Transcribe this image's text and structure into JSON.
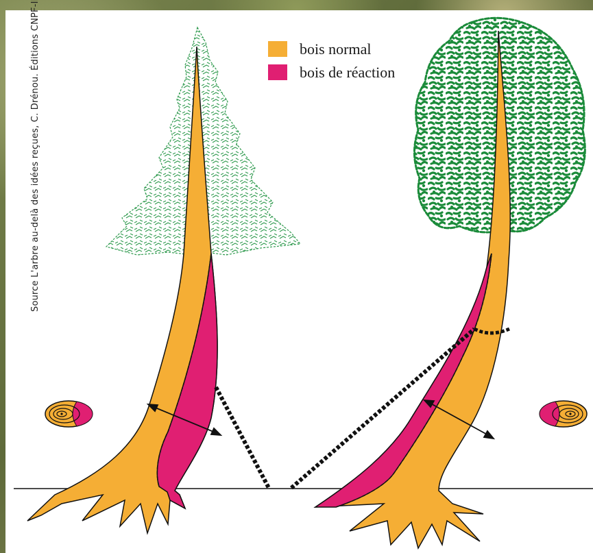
{
  "legend": {
    "normal_label": "bois normal",
    "reaction_label": "bois de réaction"
  },
  "source_note": "Source L'arbre au-delà des idées reçues, C. Drénou. Éditions CNPF-IDF",
  "colors": {
    "normal_wood": "#f5ae35",
    "reaction_wood": "#e01f72",
    "conifer_foliage": "#2f9a4e",
    "broadleaf_foliage": "#1b8b3a",
    "ground_line": "#111111"
  },
  "icons": {
    "left_cross_section": "growth-rings-reaction-right-icon",
    "right_cross_section": "growth-rings-reaction-left-icon"
  }
}
